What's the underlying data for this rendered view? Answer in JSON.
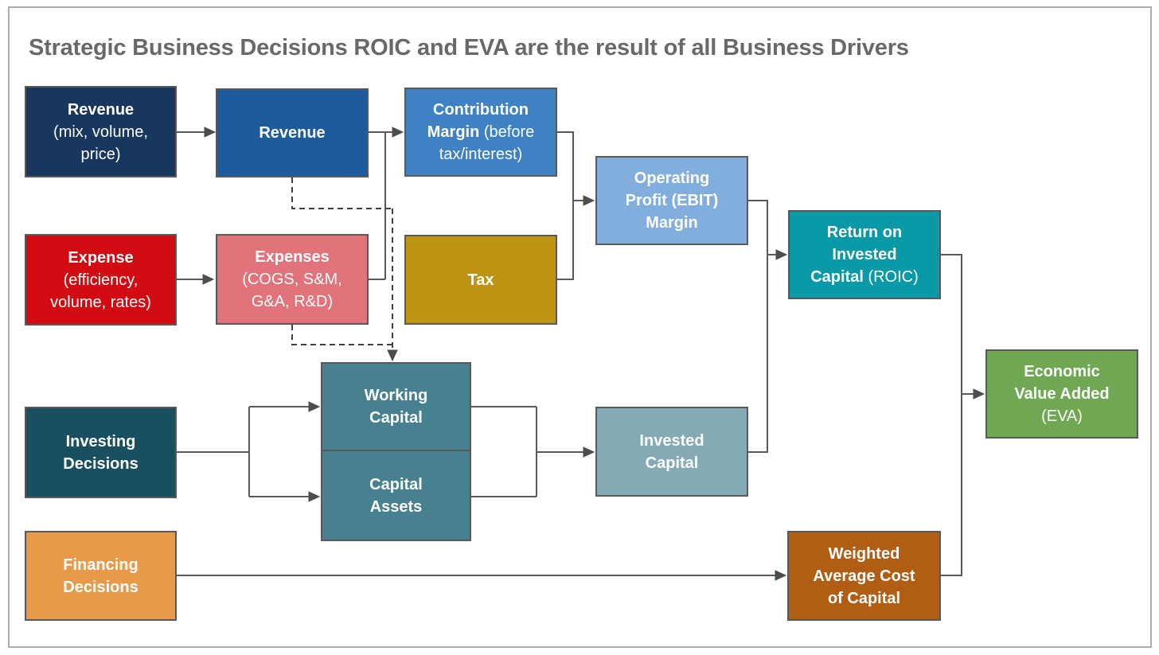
{
  "title": {
    "text": "Strategic Business Decisions ROIC and EVA are the result of all Business Drivers",
    "color": "#696969"
  },
  "colors": {
    "box_border": "#595959",
    "connector": "#595959",
    "dashed_connector": "#404040",
    "arrowhead": "#4d4d4d",
    "slide_border": "#a9adb3",
    "background": "#ffffff",
    "box_text": "#ffffff"
  },
  "boxes": {
    "revenue_driver": {
      "fill": "#17375e",
      "lines": [
        [
          {
            "t": "Revenue",
            "b": true
          }
        ],
        [
          {
            "t": "(mix, volume,",
            "b": false
          }
        ],
        [
          {
            "t": "price)",
            "b": false
          }
        ]
      ]
    },
    "revenue": {
      "fill": "#1e5b9c",
      "lines": [
        [
          {
            "t": "Revenue",
            "b": true
          }
        ]
      ]
    },
    "contribution_margin": {
      "fill": "#3e82c4",
      "lines": [
        [
          {
            "t": "Contribution",
            "b": true
          }
        ],
        [
          {
            "t": "Margin",
            "b": true
          },
          {
            "t": " (before",
            "b": false
          }
        ],
        [
          {
            "t": "tax/interest)",
            "b": false
          }
        ]
      ]
    },
    "operating_profit": {
      "fill": "#82aede",
      "lines": [
        [
          {
            "t": "Operating",
            "b": true
          }
        ],
        [
          {
            "t": "Profit (EBIT)",
            "b": true
          }
        ],
        [
          {
            "t": "Margin",
            "b": true
          }
        ]
      ]
    },
    "expense_driver": {
      "fill": "#d10b11",
      "lines": [
        [
          {
            "t": "Expense",
            "b": true
          }
        ],
        [
          {
            "t": "(efficiency,",
            "b": false
          }
        ],
        [
          {
            "t": "volume, rates)",
            "b": false
          }
        ]
      ]
    },
    "expenses": {
      "fill": "#e2737b",
      "lines": [
        [
          {
            "t": "Expenses",
            "b": true
          }
        ],
        [
          {
            "t": "(COGS, S&M,",
            "b": false
          }
        ],
        [
          {
            "t": "G&A, R&D)",
            "b": false
          }
        ]
      ]
    },
    "tax": {
      "fill": "#bf9414",
      "lines": [
        [
          {
            "t": "Tax",
            "b": true
          }
        ]
      ]
    },
    "roic": {
      "fill": "#0999a7",
      "lines": [
        [
          {
            "t": "Return on",
            "b": true
          }
        ],
        [
          {
            "t": "Invested",
            "b": true
          }
        ],
        [
          {
            "t": "Capital",
            "b": true
          },
          {
            "t": " (ROIC)",
            "b": false
          }
        ]
      ]
    },
    "eva": {
      "fill": "#70a752",
      "lines": [
        [
          {
            "t": "Economic",
            "b": true
          }
        ],
        [
          {
            "t": "Value Added",
            "b": true
          }
        ],
        [
          {
            "t": "(EVA)",
            "b": false
          }
        ]
      ]
    },
    "investing": {
      "fill": "#19505f",
      "lines": [
        [
          {
            "t": "Investing",
            "b": true
          }
        ],
        [
          {
            "t": "Decisions",
            "b": true
          }
        ]
      ]
    },
    "working_capital": {
      "fill": "#47808e",
      "lines": [
        [
          {
            "t": "Working",
            "b": true
          }
        ],
        [
          {
            "t": "Capital",
            "b": true
          }
        ]
      ]
    },
    "capital_assets": {
      "fill": "#47808e",
      "lines": [
        [
          {
            "t": "Capital",
            "b": true
          }
        ],
        [
          {
            "t": "Assets",
            "b": true
          }
        ]
      ]
    },
    "invested_capital": {
      "fill": "#84aab6",
      "lines": [
        [
          {
            "t": "Invested",
            "b": true
          }
        ],
        [
          {
            "t": "Capital",
            "b": true
          }
        ]
      ]
    },
    "financing": {
      "fill": "#e9994a",
      "lines": [
        [
          {
            "t": "Financing",
            "b": true
          }
        ],
        [
          {
            "t": "Decisions",
            "b": true
          }
        ]
      ]
    },
    "wacc": {
      "fill": "#b15e14",
      "lines": [
        [
          {
            "t": "Weighted",
            "b": true
          }
        ],
        [
          {
            "t": "Average Cost",
            "b": true
          }
        ],
        [
          {
            "t": "of Capital",
            "b": true
          }
        ]
      ]
    }
  }
}
